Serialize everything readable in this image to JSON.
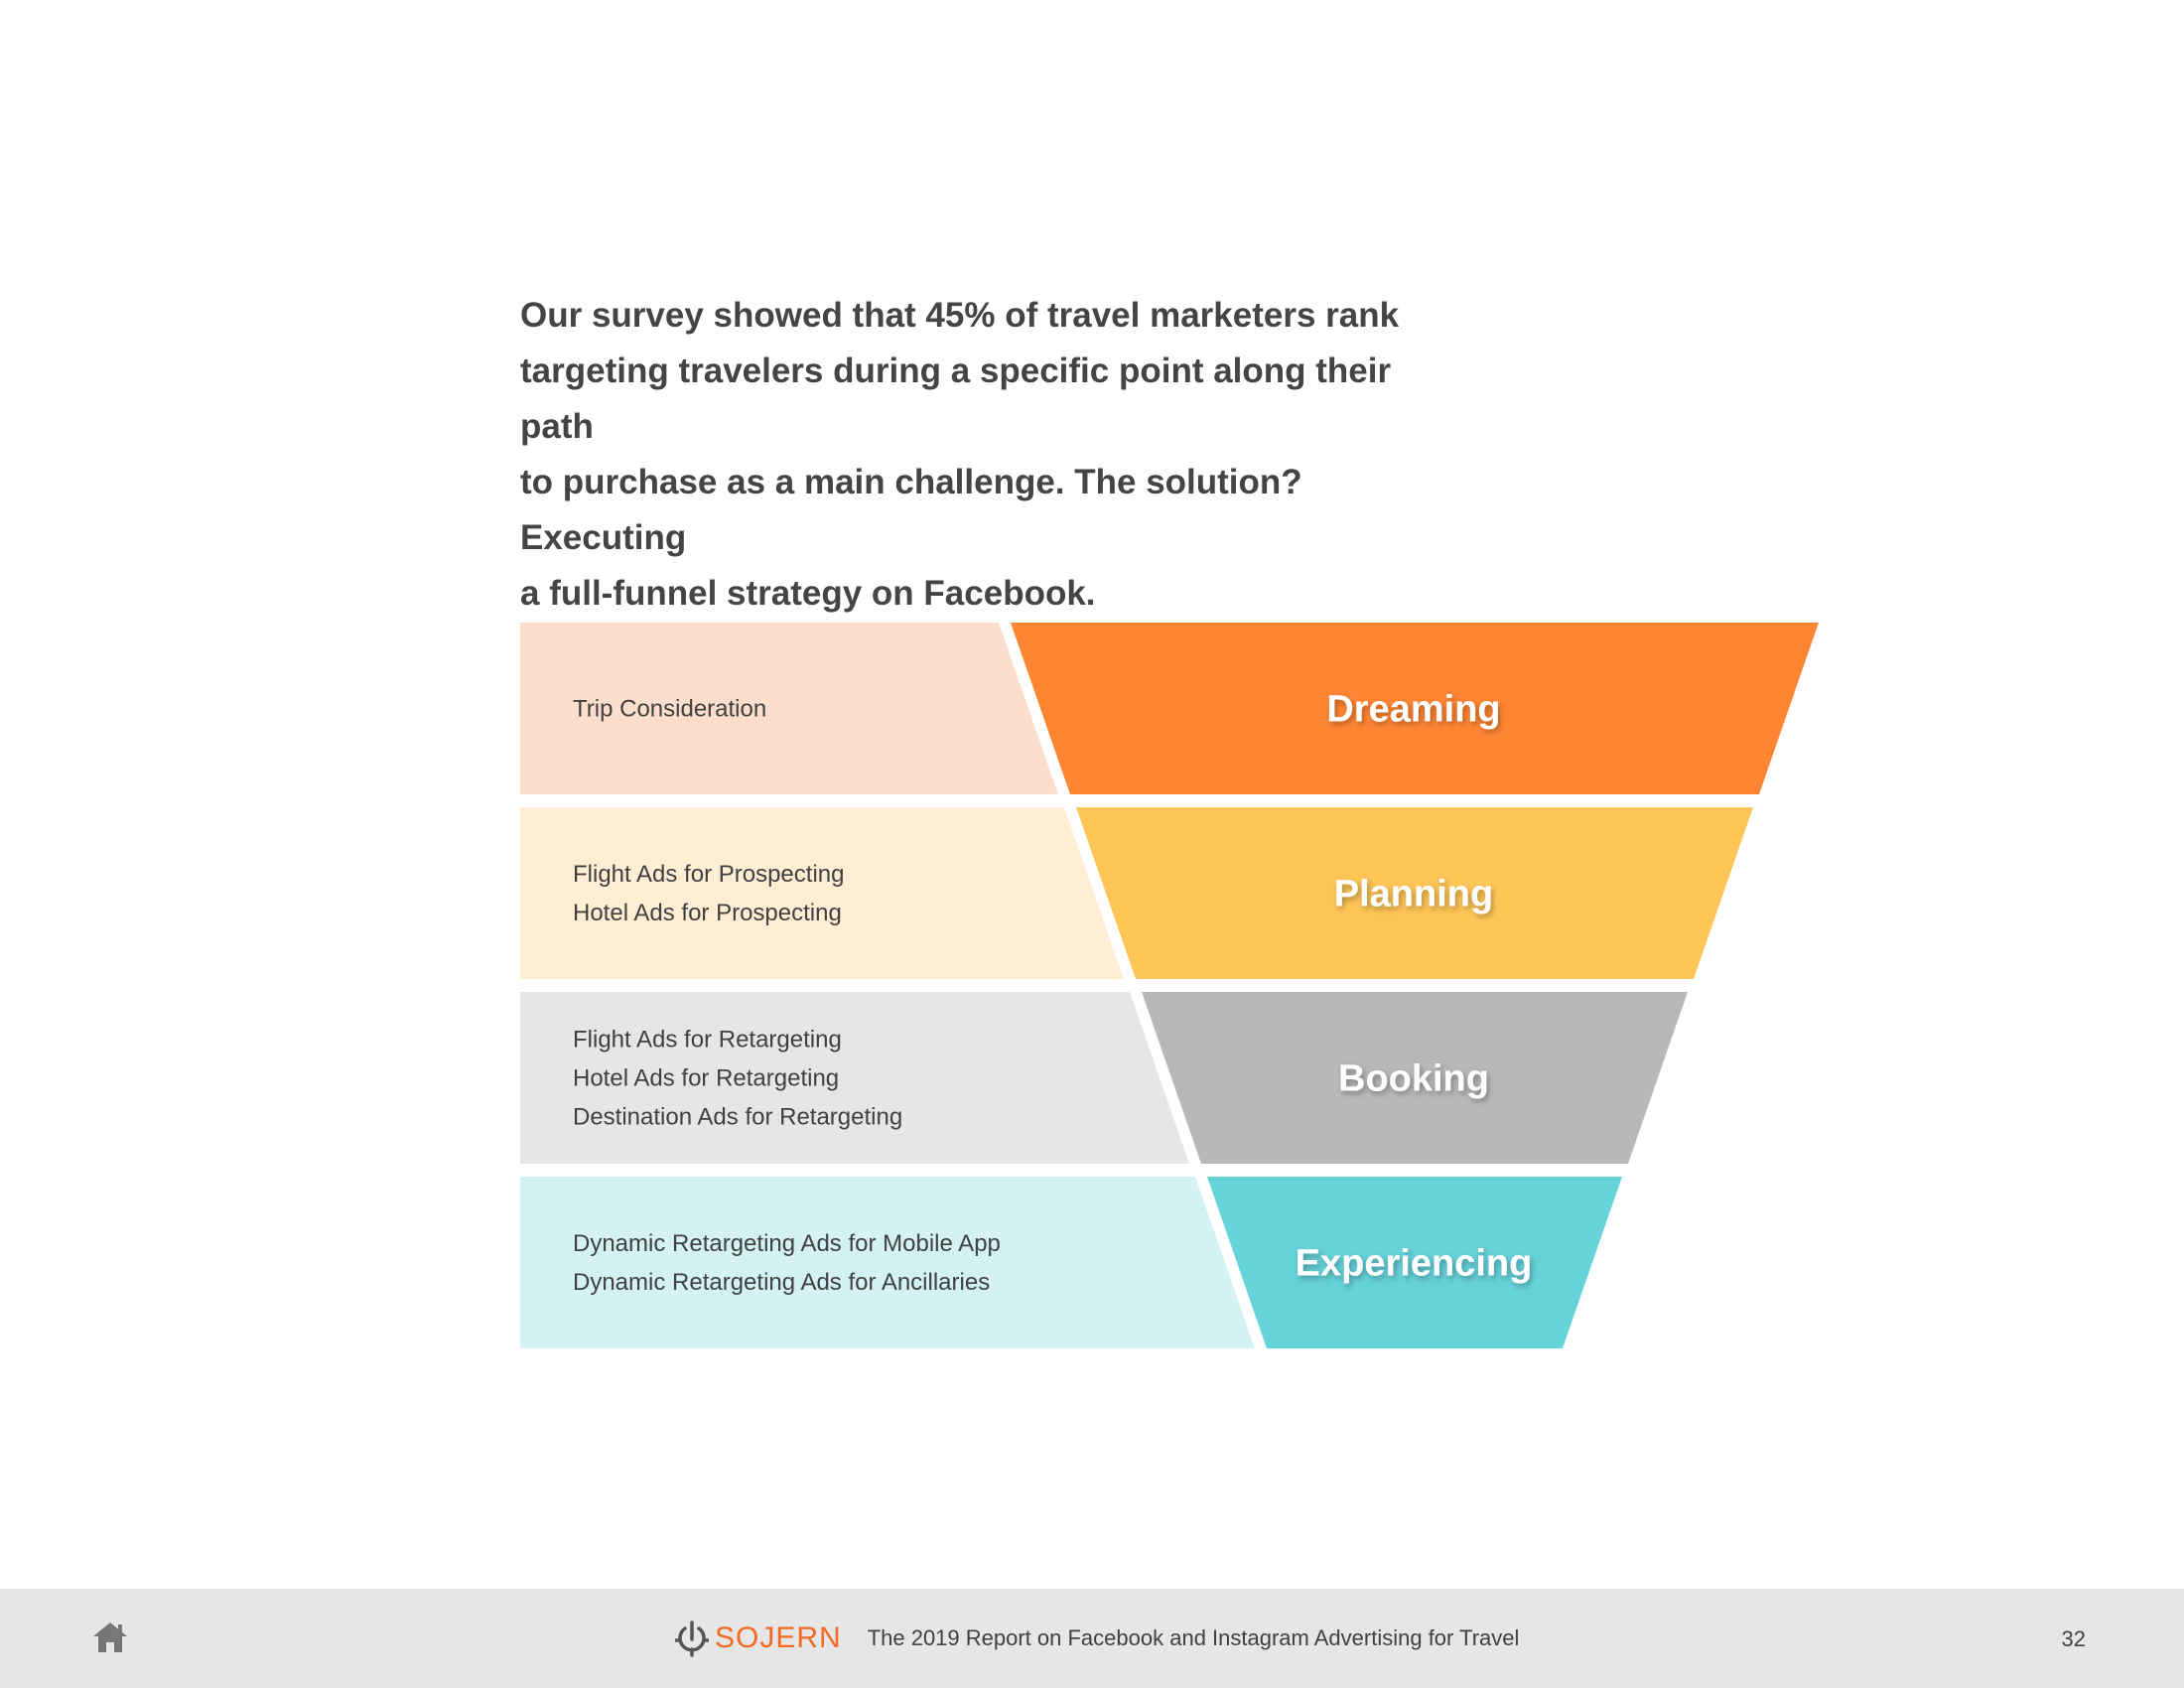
{
  "intro": {
    "lines": [
      "Our survey showed that 45% of travel marketers rank",
      "targeting travelers during a specific point along their path",
      "to purchase as a main challenge. The solution? Executing",
      "a full-funnel strategy on Facebook."
    ]
  },
  "funnel": {
    "stages": [
      {
        "name": "Dreaming",
        "items": [
          "Trip Consideration"
        ],
        "color": "#ff8533",
        "light_color": "#fddecc"
      },
      {
        "name": "Planning",
        "items": [
          "Flight Ads for Prospecting",
          "Hotel Ads for Prospecting"
        ],
        "color": "#ffc557",
        "light_color": "#ffeed4"
      },
      {
        "name": "Booking",
        "items": [
          "Flight Ads for Retargeting",
          "Hotel Ads for Retargeting",
          "Destination Ads for Retargeting"
        ],
        "color": "#b8b8b8",
        "light_color": "#e6e6e6"
      },
      {
        "name": "Experiencing",
        "items": [
          "Dynamic Retargeting Ads for Mobile App",
          "Dynamic Retargeting Ads for Ancillaries"
        ],
        "color": "#66d2da",
        "light_color": "#d4f2f4"
      }
    ]
  },
  "footer": {
    "home_icon": "home-icon",
    "logo_text": "SOJERN",
    "logo_color": "#f26a24",
    "report_title": "The 2019 Report on Facebook and Instagram Advertising for Travel",
    "page_number": "32"
  }
}
